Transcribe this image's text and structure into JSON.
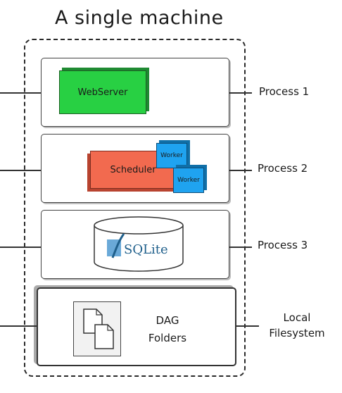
{
  "title": "A single machine",
  "process1": {
    "component": "WebServer",
    "label": "Process 1"
  },
  "process2": {
    "component": "Scheduler",
    "worker1": "Worker",
    "worker2": "Worker",
    "label": "Process 2"
  },
  "process3": {
    "component": "SQLite",
    "label": "Process 3"
  },
  "filesystem": {
    "line1": "DAG",
    "line2": "Folders",
    "label_line1": "Local",
    "label_line2": "Filesystem"
  },
  "colors": {
    "webserver": "#28d043",
    "scheduler": "#f26a4f",
    "worker": "#1fa3f0",
    "sqlite": "#1f5f8b"
  }
}
